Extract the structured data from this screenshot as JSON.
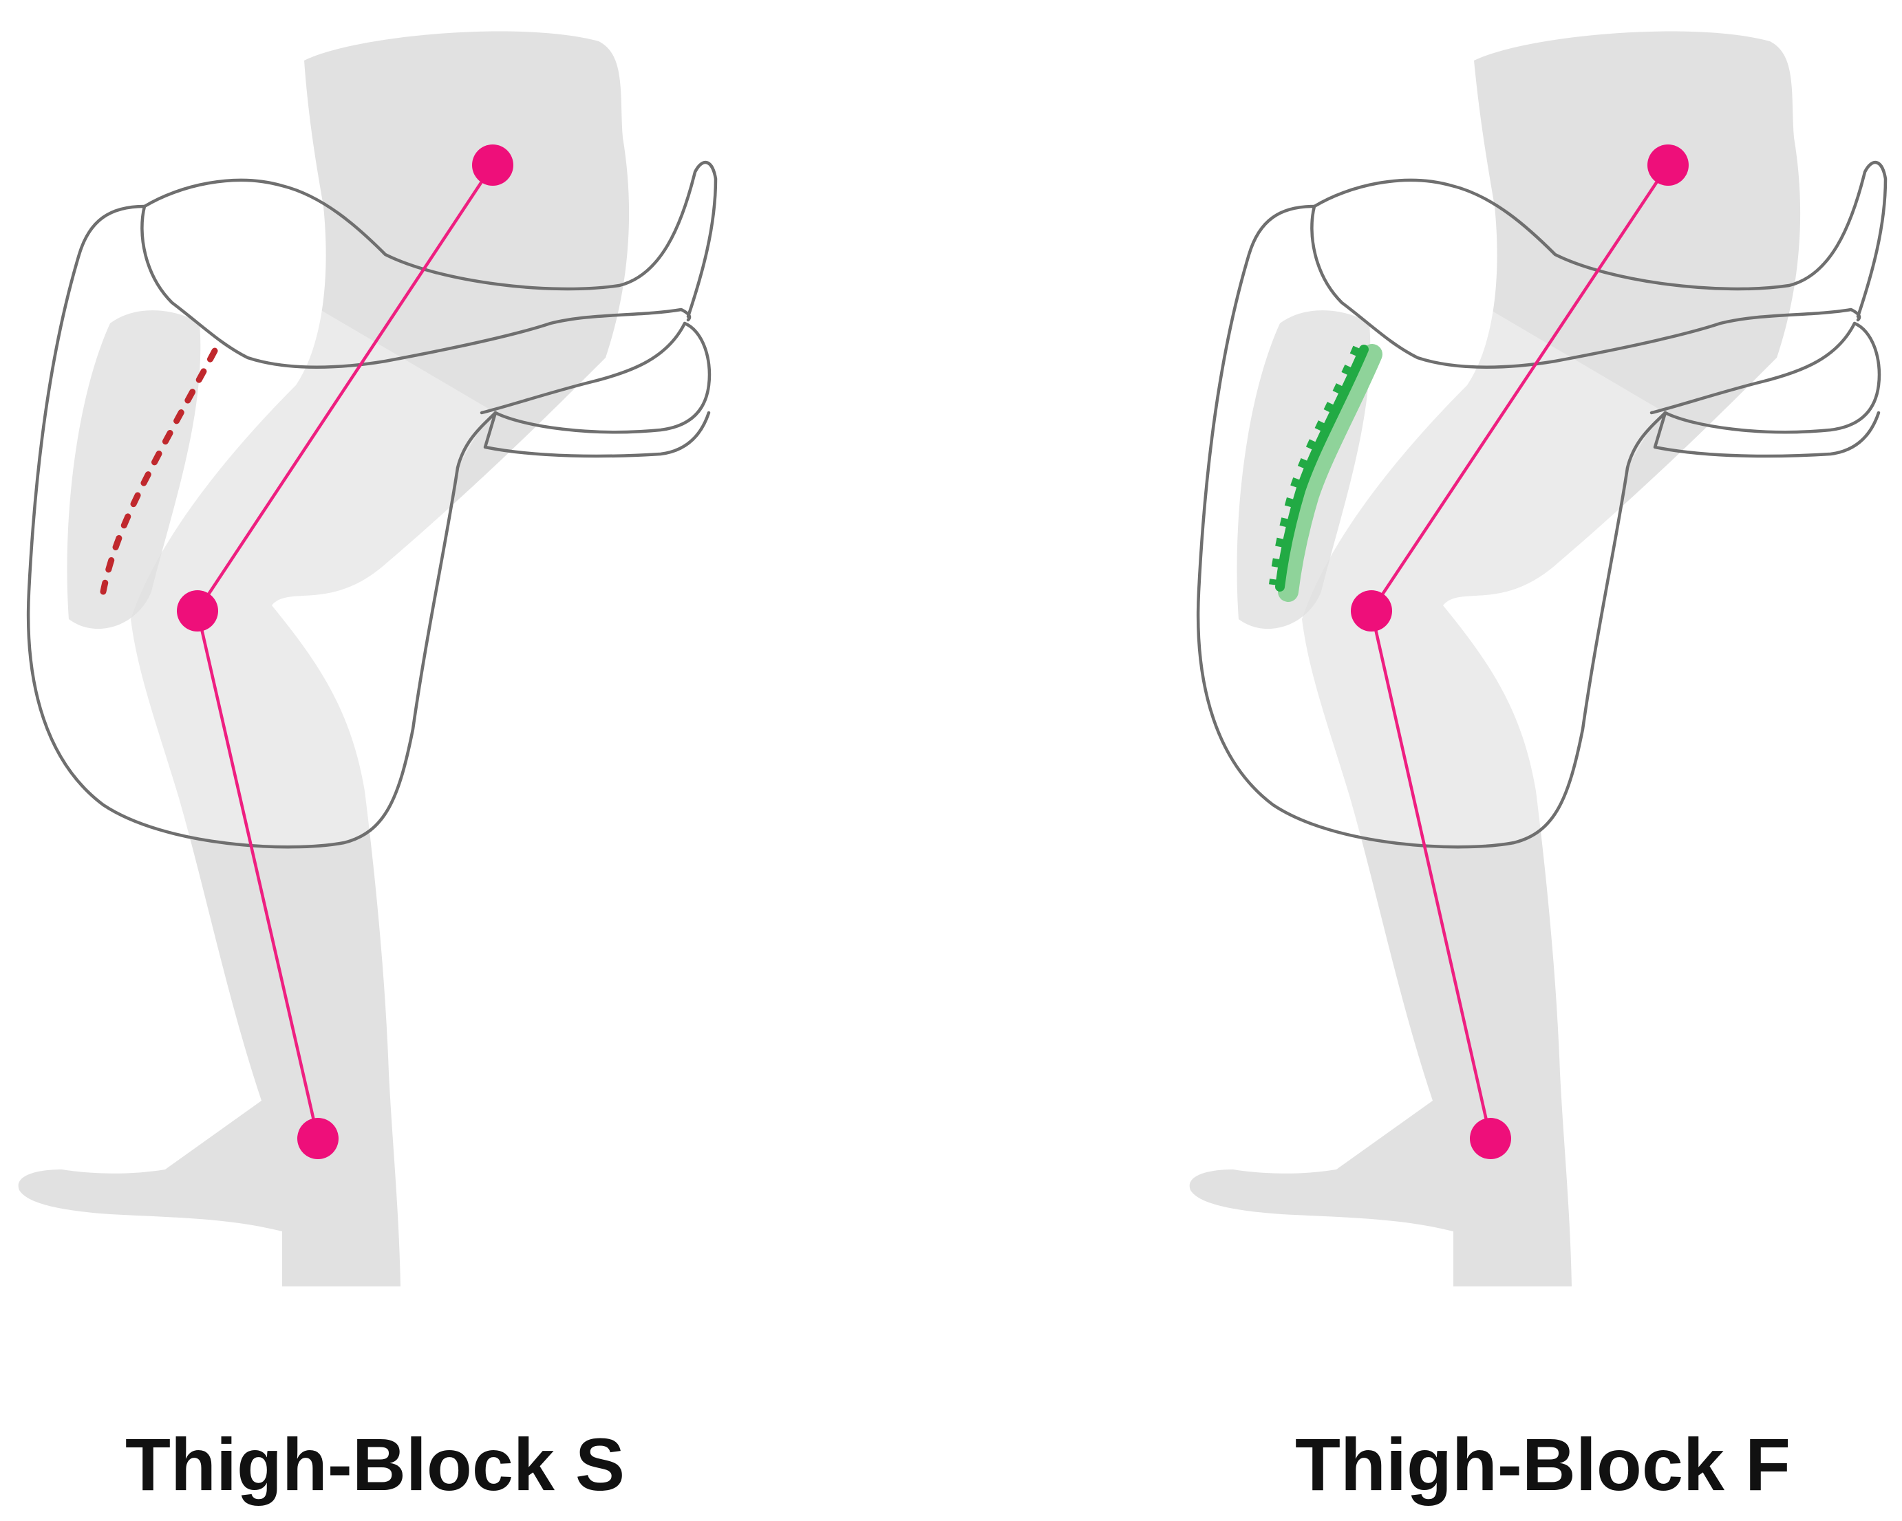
{
  "panels": [
    {
      "label": "Thigh-Block S",
      "block_type": "dashed",
      "block_color": "#c0282d"
    },
    {
      "label": "Thigh-Block F",
      "block_type": "foam",
      "block_color": "#22aa44",
      "block_color_light": "#8fd39a"
    }
  ],
  "colors": {
    "leg": "#d9d9d9",
    "saddle_outline": "#6f6f6f",
    "joint": "#ee0f7a",
    "bone": "#ee1f80"
  }
}
